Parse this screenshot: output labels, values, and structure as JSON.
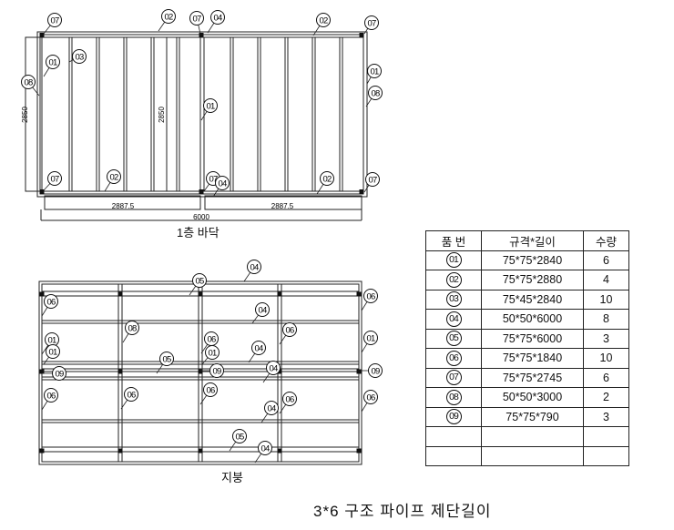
{
  "floor_drawing": {
    "title": "1층 바닥",
    "dim_height": "2850",
    "dim_height_inner": "2850",
    "dim_half_left": "2887.5",
    "dim_half_right": "2887.5",
    "dim_total": "6000",
    "callouts": [
      "07",
      "02",
      "07",
      "04",
      "02",
      "07",
      "01",
      "03",
      "08",
      "01",
      "01",
      "08",
      "07",
      "02",
      "07",
      "04",
      "02",
      "07"
    ]
  },
  "roof_drawing": {
    "title": "지붕",
    "callouts": [
      "04",
      "05",
      "06",
      "06",
      "04",
      "08",
      "06",
      "06",
      "01",
      "01",
      "01",
      "04",
      "01",
      "05",
      "09",
      "09",
      "04",
      "09",
      "06",
      "06",
      "06",
      "06",
      "04",
      "06",
      "05",
      "04"
    ]
  },
  "parts_table": {
    "headers": [
      "품 번",
      "규격*길이",
      "수량"
    ],
    "rows": [
      [
        "01",
        "75*75*2840",
        "6"
      ],
      [
        "02",
        "75*75*2880",
        "4"
      ],
      [
        "03",
        "75*45*2840",
        "10"
      ],
      [
        "04",
        "50*50*6000",
        "8"
      ],
      [
        "05",
        "75*75*6000",
        "3"
      ],
      [
        "06",
        "75*75*1840",
        "10"
      ],
      [
        "07",
        "75*75*2745",
        "6"
      ],
      [
        "08",
        "50*50*3000",
        "2"
      ],
      [
        "09",
        "75*75*790",
        "3"
      ],
      [
        "",
        "",
        ""
      ],
      [
        "",
        "",
        ""
      ]
    ]
  },
  "page_title": "3*6 구조 파이프 제단길이"
}
